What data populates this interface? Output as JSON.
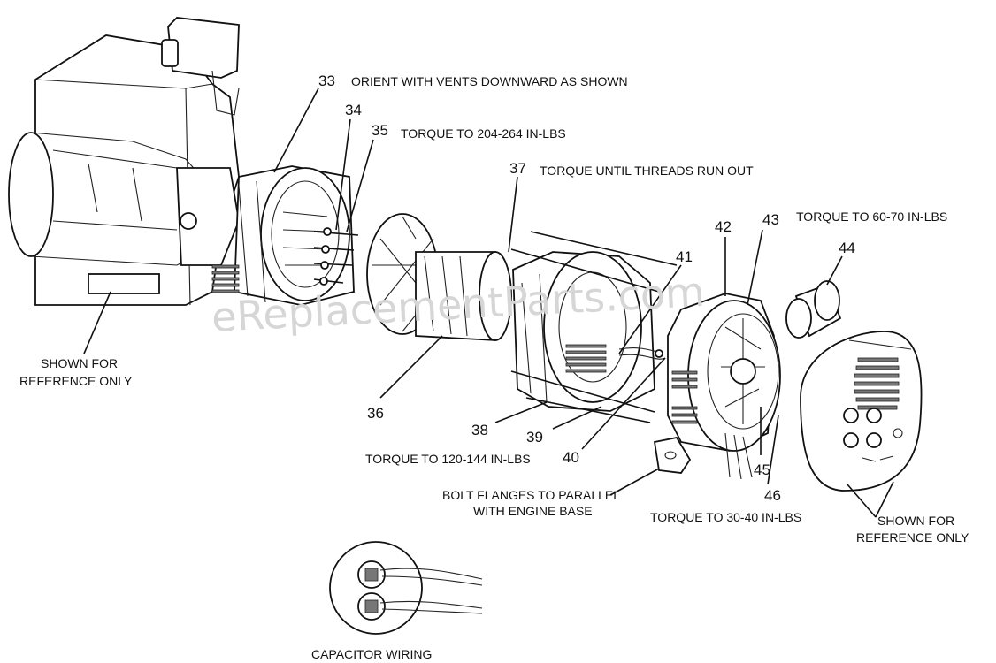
{
  "watermark": "eReplacementParts.com",
  "callouts": {
    "n33": "33",
    "n34": "34",
    "n35": "35",
    "n36": "36",
    "n37": "37",
    "n38": "38",
    "n39": "39",
    "n40": "40",
    "n41": "41",
    "n42": "42",
    "n43": "43",
    "n44": "44",
    "n45": "45",
    "n46": "46"
  },
  "notes": {
    "orient_vents": "ORIENT WITH VENTS DOWNWARD AS SHOWN",
    "torque_204_264": "TORQUE TO 204-264 IN-LBS",
    "torque_threads": "TORQUE UNTIL THREADS RUN OUT",
    "torque_60_70": "TORQUE TO 60-70 IN-LBS",
    "torque_120_144": "TORQUE TO 120-144 IN-LBS",
    "bolt_flanges_1": "BOLT FLANGES TO PARALLEL",
    "bolt_flanges_2": "WITH ENGINE BASE",
    "torque_30_40": "TORQUE TO 30-40 IN-LBS",
    "shown_ref_left_1": "SHOWN FOR",
    "shown_ref_left_2": "REFERENCE ONLY",
    "shown_ref_right_1": "SHOWN FOR",
    "shown_ref_right_2": "REFERENCE ONLY",
    "capacitor_wiring": "CAPACITOR WIRING"
  }
}
